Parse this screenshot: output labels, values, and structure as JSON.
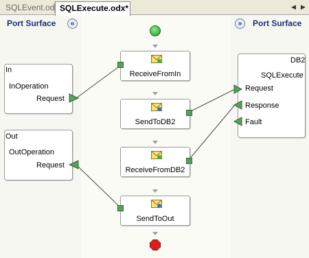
{
  "tabs": {
    "inactive": "SQLEvent.odx",
    "active": "SQLExecute.odx*"
  },
  "left_panel": {
    "title": "Port Surface"
  },
  "right_panel": {
    "title": "Port Surface"
  },
  "ports_left": [
    {
      "name": "In",
      "operation": "InOperation",
      "message": "Request"
    },
    {
      "name": "Out",
      "operation": "OutOperation",
      "message": "Request"
    }
  ],
  "port_right": {
    "name": "DB2",
    "operation": "SQLExecute",
    "messages": [
      "Request",
      "Response",
      "Fault"
    ]
  },
  "shapes": [
    "ReceiveFromIn",
    "SendToDB2",
    "ReceiveFromDB2",
    "SendToOut"
  ]
}
